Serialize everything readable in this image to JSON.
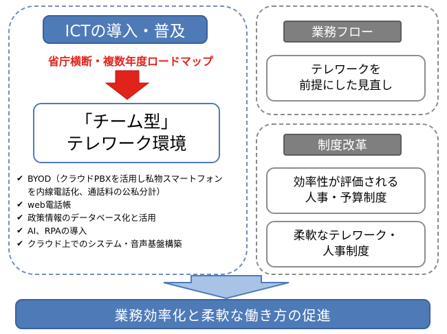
{
  "left_panel": {
    "title": "ICTの導入・普及",
    "subtitle": "省庁横断・複数年度ロードマップ",
    "main_box": {
      "line1": "「チーム型」",
      "line2": "テレワーク環境"
    },
    "bullets": [
      [
        "BYOD（クラウドPBXを活用し私物スマートフォン",
        "を内線電話化、通話料の公私分計）"
      ],
      [
        "web電話帳"
      ],
      [
        "政策情報のデータベース化と活用"
      ],
      [
        "AI、RPAの導入"
      ],
      [
        "クラウド上でのシステム・音声基盤構築"
      ]
    ]
  },
  "right_top": {
    "title": "業務フロー",
    "box": {
      "line1": "テレワークを",
      "line2": "前提にした見直し"
    }
  },
  "right_bottom": {
    "title": "制度改革",
    "box1": {
      "line1": "効率性が評価される",
      "line2": "人事・予算制度"
    },
    "box2": {
      "line1": "柔軟なテレワーク・",
      "line2": "人事制度"
    }
  },
  "bottom_banner": "業務効率化と柔軟な働き方の促進",
  "colors": {
    "accent_blue": "#4e7ab8",
    "arrow_red": "#e2231a",
    "label_gray": "#7f7f7f",
    "arrow_light_blue": "#a9c3e6"
  }
}
